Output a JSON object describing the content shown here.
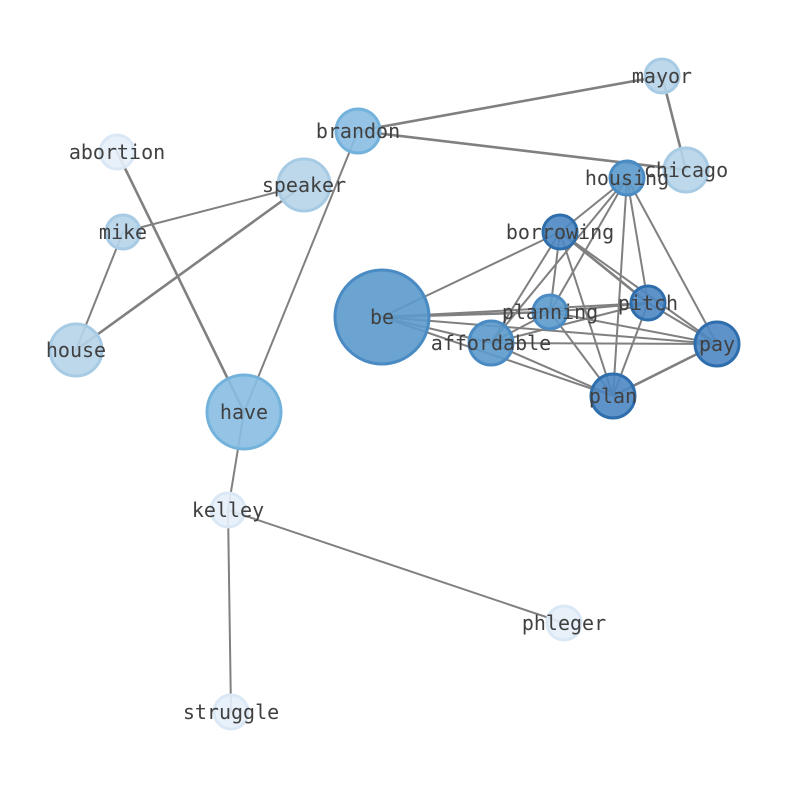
{
  "diagram": {
    "type": "word co-occurrence network",
    "nodes": [
      {
        "id": "mayor",
        "label": "mayor",
        "weight": 1,
        "shade": 2
      },
      {
        "id": "brandon",
        "label": "brandon",
        "weight": 2,
        "shade": 3
      },
      {
        "id": "abortion",
        "label": "abortion",
        "weight": 1,
        "shade": 1
      },
      {
        "id": "chicago",
        "label": "chicago",
        "weight": 2,
        "shade": 2
      },
      {
        "id": "speaker",
        "label": "speaker",
        "weight": 3,
        "shade": 2
      },
      {
        "id": "housing",
        "label": "housing",
        "weight": 1,
        "shade": 4
      },
      {
        "id": "mike",
        "label": "mike",
        "weight": 1,
        "shade": 2
      },
      {
        "id": "borrowing",
        "label": "borrowing",
        "weight": 1,
        "shade": 5
      },
      {
        "id": "be",
        "label": "be",
        "weight": 9,
        "shade": 4
      },
      {
        "id": "planning",
        "label": "planning",
        "weight": 1,
        "shade": 4
      },
      {
        "id": "pitch",
        "label": "pitch",
        "weight": 1,
        "shade": 5
      },
      {
        "id": "house",
        "label": "house",
        "weight": 3,
        "shade": 2
      },
      {
        "id": "affordable",
        "label": "affordable",
        "weight": 2,
        "shade": 4
      },
      {
        "id": "pay",
        "label": "pay",
        "weight": 2,
        "shade": 5
      },
      {
        "id": "have",
        "label": "have",
        "weight": 6,
        "shade": 3
      },
      {
        "id": "plan",
        "label": "plan",
        "weight": 2,
        "shade": 5
      },
      {
        "id": "kelley",
        "label": "kelley",
        "weight": 1,
        "shade": 1
      },
      {
        "id": "phleger",
        "label": "phleger",
        "weight": 1,
        "shade": 1
      },
      {
        "id": "struggle",
        "label": "struggle",
        "weight": 1,
        "shade": 1
      }
    ],
    "edges": [
      {
        "source": "brandon",
        "target": "mayor",
        "weight": 3
      },
      {
        "source": "brandon",
        "target": "chicago",
        "weight": 3
      },
      {
        "source": "mayor",
        "target": "chicago",
        "weight": 3
      },
      {
        "source": "brandon",
        "target": "have",
        "weight": 2
      },
      {
        "source": "abortion",
        "target": "have",
        "weight": 3
      },
      {
        "source": "speaker",
        "target": "mike",
        "weight": 2
      },
      {
        "source": "speaker",
        "target": "house",
        "weight": 3
      },
      {
        "source": "mike",
        "target": "house",
        "weight": 2
      },
      {
        "source": "have",
        "target": "kelley",
        "weight": 2
      },
      {
        "source": "kelley",
        "target": "phleger",
        "weight": 2
      },
      {
        "source": "kelley",
        "target": "struggle",
        "weight": 2
      },
      {
        "source": "housing",
        "target": "borrowing",
        "weight": 2
      },
      {
        "source": "housing",
        "target": "planning",
        "weight": 2
      },
      {
        "source": "housing",
        "target": "affordable",
        "weight": 2
      },
      {
        "source": "housing",
        "target": "pitch",
        "weight": 2
      },
      {
        "source": "housing",
        "target": "pay",
        "weight": 2
      },
      {
        "source": "housing",
        "target": "plan",
        "weight": 2
      },
      {
        "source": "borrowing",
        "target": "be",
        "weight": 2
      },
      {
        "source": "borrowing",
        "target": "planning",
        "weight": 2
      },
      {
        "source": "borrowing",
        "target": "affordable",
        "weight": 2
      },
      {
        "source": "borrowing",
        "target": "pitch",
        "weight": 3
      },
      {
        "source": "borrowing",
        "target": "pay",
        "weight": 2
      },
      {
        "source": "borrowing",
        "target": "plan",
        "weight": 2
      },
      {
        "source": "be",
        "target": "planning",
        "weight": 3
      },
      {
        "source": "be",
        "target": "pitch",
        "weight": 2
      },
      {
        "source": "be",
        "target": "affordable",
        "weight": 2
      },
      {
        "source": "be",
        "target": "pay",
        "weight": 2
      },
      {
        "source": "be",
        "target": "plan",
        "weight": 2
      },
      {
        "source": "planning",
        "target": "pitch",
        "weight": 2
      },
      {
        "source": "planning",
        "target": "affordable",
        "weight": 2
      },
      {
        "source": "planning",
        "target": "pay",
        "weight": 2
      },
      {
        "source": "planning",
        "target": "plan",
        "weight": 2
      },
      {
        "source": "affordable",
        "target": "pitch",
        "weight": 2
      },
      {
        "source": "affordable",
        "target": "pay",
        "weight": 2
      },
      {
        "source": "affordable",
        "target": "plan",
        "weight": 2
      },
      {
        "source": "pitch",
        "target": "pay",
        "weight": 2
      },
      {
        "source": "pitch",
        "target": "plan",
        "weight": 2
      },
      {
        "source": "pay",
        "target": "plan",
        "weight": 3
      }
    ],
    "colors": {
      "edge": "#808080",
      "label": "#404040",
      "shades": {
        "1": {
          "fill": "#e6eff9",
          "stroke": "#dae8f6"
        },
        "2": {
          "fill": "#b6d3e9",
          "stroke": "#a7cbe4"
        },
        "3": {
          "fill": "#88bde2",
          "stroke": "#73b2dc"
        },
        "4": {
          "fill": "#5b99cc",
          "stroke": "#4a8bc4"
        },
        "5": {
          "fill": "#4b87c3",
          "stroke": "#2f6ead"
        }
      }
    }
  }
}
